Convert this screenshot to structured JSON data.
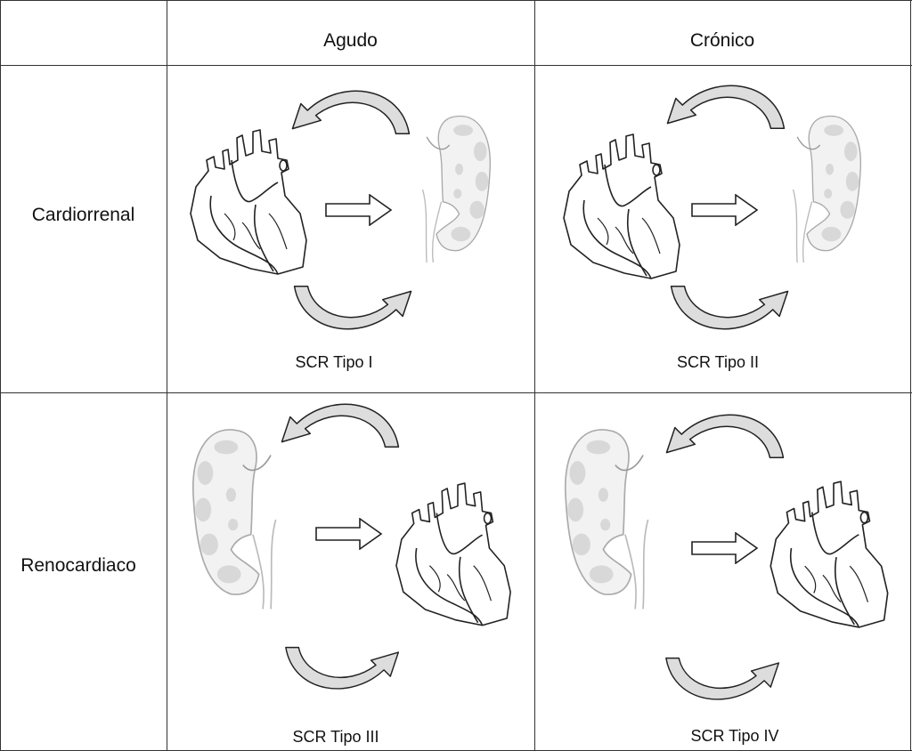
{
  "table": {
    "columns": [
      "",
      "Agudo",
      "Crónico"
    ],
    "rows": [
      {
        "label": "Cardiorrenal",
        "cells": [
          "SCR Tipo I",
          "SCR Tipo II"
        ]
      },
      {
        "label": "Renocardiaco",
        "cells": [
          "SCR Tipo III",
          "SCR Tipo IV"
        ]
      }
    ]
  },
  "icons": [
    "heart-icon",
    "kidney-icon",
    "arrow-right-icon",
    "curved-arrow-icon"
  ]
}
